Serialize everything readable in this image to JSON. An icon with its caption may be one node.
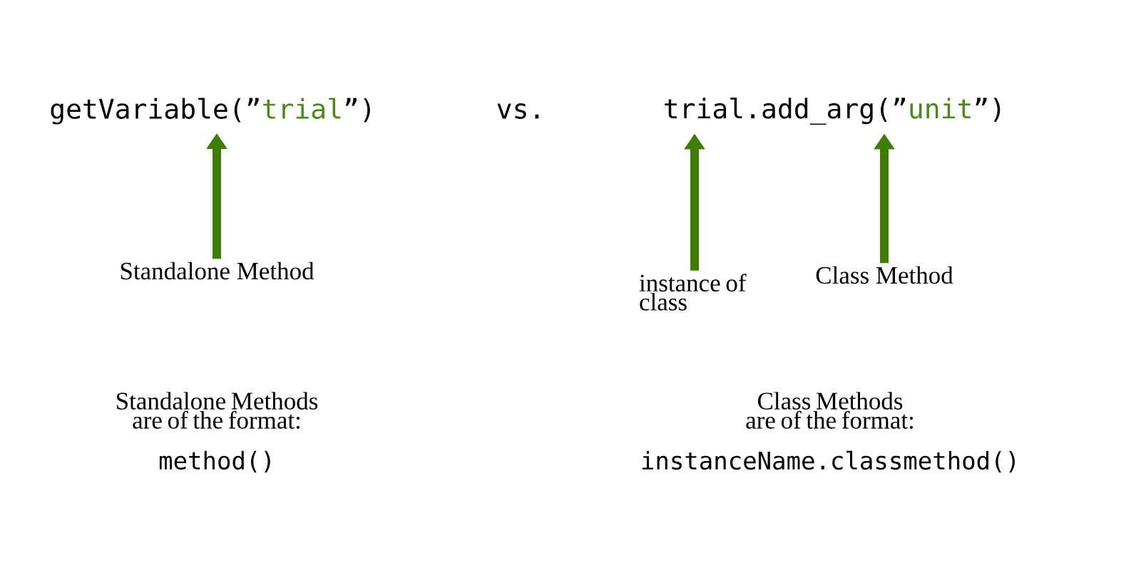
{
  "diagram": {
    "nodes": [
      {
        "text": [
          "getVariable(”",
          "trial",
          "”)"
        ]
      },
      {
        "text": [
          "trial.add_arg(”",
          "unit",
          "”)"
        ]
      },
      {
        "text": [
          "Standalone Method"
        ]
      },
      {
        "text": [
          "instance of class"
        ]
      },
      {
        "text": [
          "Class Method"
        ]
      }
    ],
    "edges": [
      {
        "from": 2,
        "to": 0,
        "arrow": "to"
      },
      {
        "from": 3,
        "to": 1,
        "arrow": "to"
      },
      {
        "from": 4,
        "to": 1,
        "arrow": "to"
      }
    ],
    "labels": [
      "vs.",
      "Standalone Methods are of the format:",
      "method()",
      "Class Methods are of the format:",
      "instanceName.classmethod()"
    ]
  }
}
